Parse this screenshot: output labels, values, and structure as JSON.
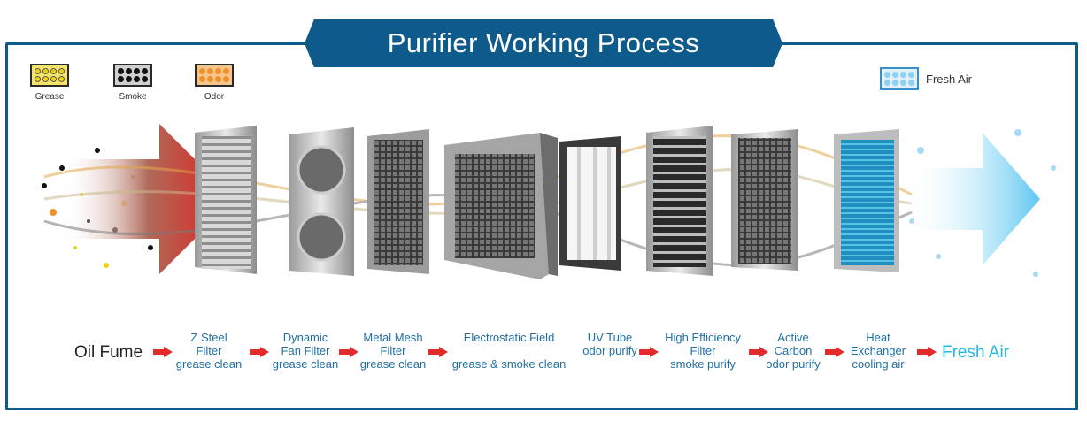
{
  "title": "Purifier Working Process",
  "legend": {
    "grease": {
      "label": "Grease",
      "color": "#f1d21b"
    },
    "smoke": {
      "label": "Smoke",
      "color": "#1a1a1a"
    },
    "odor": {
      "label": "Odor",
      "color": "#f0902a"
    },
    "fresh": {
      "label": "Fresh Air",
      "color": "#7fc6ef"
    }
  },
  "start_label": "Oil Fume",
  "end_label": "Fresh Air",
  "stages": [
    {
      "name": "Z Steel\nFilter\ngrease clean"
    },
    {
      "name": "Dynamic\nFan Filter\ngrease  clean"
    },
    {
      "name": "Metal Mesh\nFilter\ngrease clean"
    },
    {
      "name": "Electrostatic  Field\n\ngrease & smoke clean"
    },
    {
      "name": "UV Tube\nodor purify"
    },
    {
      "name": "High Efficiency\nFilter\nsmoke purify"
    },
    {
      "name": "Active\nCarbon\nodor purify"
    },
    {
      "name": "Heat\nExchanger\ncooling air"
    }
  ],
  "colors": {
    "accent": "#0e5a8a",
    "label": "#1f6fa6",
    "arrow": "#e32b2b",
    "fresh": "#23b8e6"
  }
}
